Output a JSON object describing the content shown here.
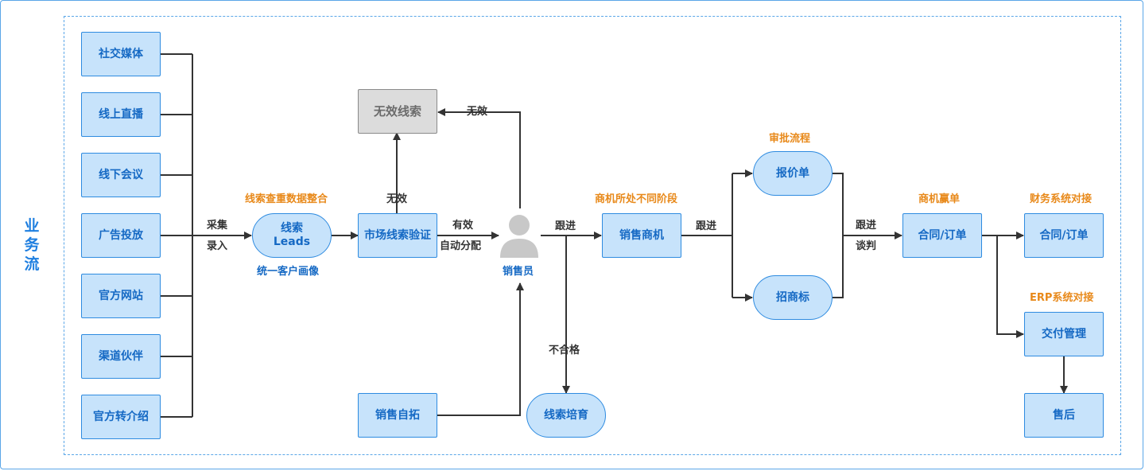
{
  "title": "业务流",
  "sources": [
    "社交媒体",
    "线上直播",
    "线下会议",
    "广告投放",
    "官方网站",
    "渠道伙伴",
    "官方转介绍"
  ],
  "collect_label_1": "采集",
  "collect_label_2": "录入",
  "leads": {
    "top_label": "线索查重数据整合",
    "line1": "线索",
    "line2": "Leads",
    "bottom_label": "统一客户画像"
  },
  "verify": "市场线索验证",
  "invalid_box": "无效线索",
  "invalid_up_label": "无效",
  "invalid_right_label": "无效",
  "valid_label_1": "有效",
  "valid_label_2": "自动分配",
  "salesperson": "销售员",
  "self_expand": "销售自拓",
  "follow_label": "跟进",
  "unqualified_label": "不合格",
  "nurture": "线索培育",
  "opportunity": {
    "top_label": "商机所处不同阶段",
    "box": "销售商机"
  },
  "follow_label_2": "跟进",
  "approval_label": "审批流程",
  "quote": "报价单",
  "bid": "招商标",
  "negotiate_1": "跟进",
  "negotiate_2": "谈判",
  "win": {
    "top_label": "商机赢单",
    "box": "合同/订单"
  },
  "finance": {
    "top_label": "财务系统对接",
    "box": "合同/订单"
  },
  "erp": {
    "top_label": "ERP系统对接",
    "box": "交付管理"
  },
  "after_sales": "售后"
}
